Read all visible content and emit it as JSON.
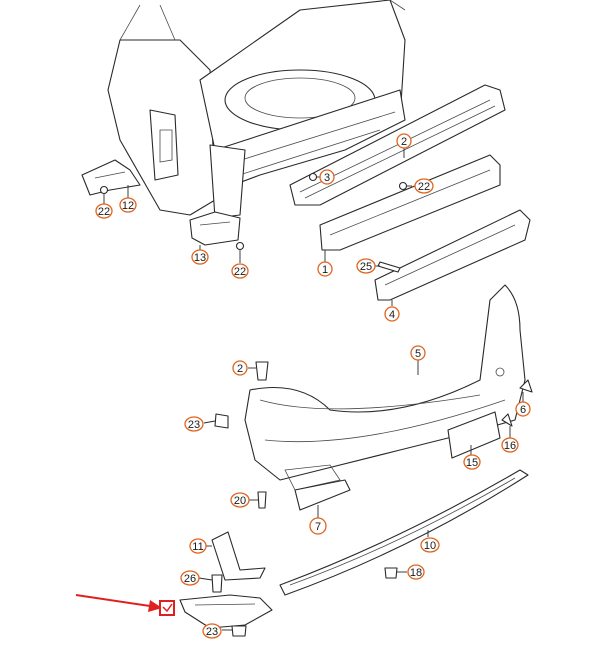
{
  "callouts": [
    {
      "id": "c1",
      "label": "1"
    },
    {
      "id": "c2a",
      "label": "2"
    },
    {
      "id": "c2b",
      "label": "2"
    },
    {
      "id": "c3",
      "label": "3"
    },
    {
      "id": "c4",
      "label": "4"
    },
    {
      "id": "c5",
      "label": "5"
    },
    {
      "id": "c6",
      "label": "6"
    },
    {
      "id": "c7",
      "label": "7"
    },
    {
      "id": "c10",
      "label": "10"
    },
    {
      "id": "c11",
      "label": "11"
    },
    {
      "id": "c12",
      "label": "12"
    },
    {
      "id": "c13",
      "label": "13"
    },
    {
      "id": "c15",
      "label": "15"
    },
    {
      "id": "c16",
      "label": "16"
    },
    {
      "id": "c18",
      "label": "18"
    },
    {
      "id": "c20",
      "label": "20"
    },
    {
      "id": "c22a",
      "label": "22"
    },
    {
      "id": "c22b",
      "label": "22"
    },
    {
      "id": "c22c",
      "label": "22"
    },
    {
      "id": "c23a",
      "label": "23"
    },
    {
      "id": "c23b",
      "label": "23"
    },
    {
      "id": "c25",
      "label": "25"
    },
    {
      "id": "c26",
      "label": "26"
    }
  ],
  "colors": {
    "callout_ring": "#e0641e",
    "highlight_arrow": "#e0201e",
    "highlight_box": "#e0201e",
    "line": "#2a2a2a"
  },
  "icons": [
    "red-arrow-indicator",
    "highlighted-part-marker"
  ]
}
